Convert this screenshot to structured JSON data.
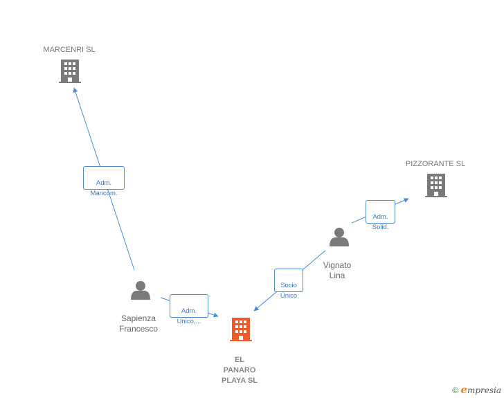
{
  "nodes": {
    "marcenri": {
      "label": "MARCENRI  SL"
    },
    "pizzorante": {
      "label": "PIZZORANTE SL"
    },
    "el_panaro": {
      "label": "EL\nPANARO\nPLAYA  SL"
    },
    "sapienza": {
      "label": "Sapienza\nFrancesco"
    },
    "vignato": {
      "label": "Vignato\nLina"
    }
  },
  "edges": {
    "adm_mancom": {
      "label": "Adm.\nMancom."
    },
    "adm_solid": {
      "label": "Adm.\nSolid."
    },
    "socio_unico": {
      "label": "Socio\nÚnico"
    },
    "adm_unico": {
      "label": "Adm.\nUnico,..."
    }
  },
  "colors": {
    "edge": "#4a8ad4",
    "company_icon": "#7a7a7a",
    "person_icon": "#7a7a7a",
    "main_company_icon": "#f05a2a"
  },
  "footer": {
    "copyright_symbol": "©",
    "brand_initial": "e",
    "brand_rest": "mpresia"
  }
}
